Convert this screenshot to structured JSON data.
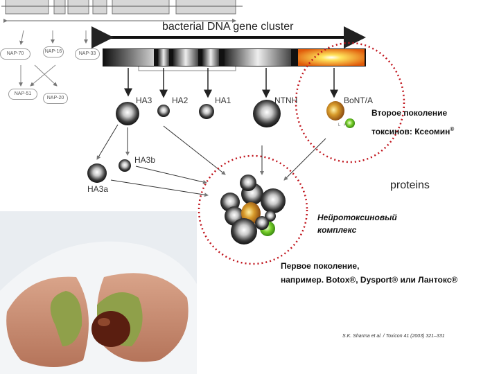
{
  "diagram": {
    "gene_cluster_label": "bacterial DNA gene cluster",
    "nap_labels": [
      "NAP-70",
      "NAP-16",
      "NAP-33",
      "NAP-51",
      "NAP-20"
    ],
    "genes": [
      "HA3",
      "HA2",
      "HA1",
      "NTNH",
      "BoNT/A"
    ],
    "fragments": [
      "HA3b",
      "HA3a"
    ],
    "proteins_label": "proteins",
    "second_generation_line1": "Второе поколение",
    "second_generation_line2": "токсинов: Ксеомин",
    "complex_line1": "Нейротоксиновый",
    "complex_line2": "комплекс",
    "first_generation_line1": "Первое поколение,",
    "first_generation_line2": "например. Botox®, Dysport® или Лантокс®",
    "reg_mark": "®",
    "citation": "S.K. Sharma et al. / Toxicon 41 (2003) 321–331",
    "small_labels": [
      "L",
      "H"
    ]
  }
}
